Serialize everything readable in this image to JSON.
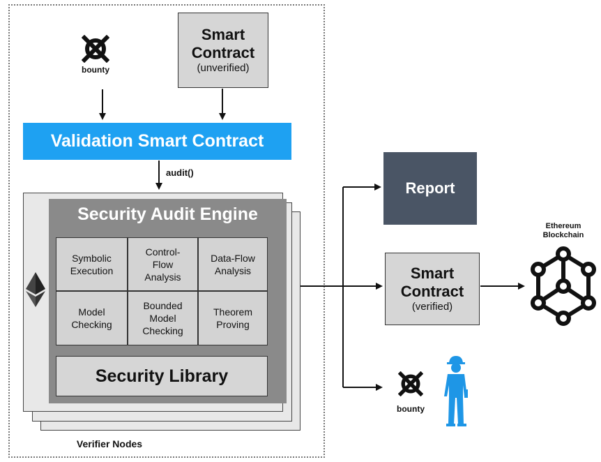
{
  "frame": {
    "footer": "Verifier Nodes"
  },
  "inputs": {
    "bounty_label": "bounty",
    "contract": {
      "title_line1": "Smart",
      "title_line2": "Contract",
      "subtitle": "(unverified)"
    }
  },
  "validation": {
    "label": "Validation Smart Contract"
  },
  "audit_call": "audit()",
  "engine": {
    "title": "Security Audit Engine",
    "cells": [
      [
        "Symbolic",
        "Execution"
      ],
      [
        "Control-",
        "Flow",
        "Analysis"
      ],
      [
        "Data-Flow",
        "Analysis"
      ],
      [
        "Model",
        "Checking"
      ],
      [
        "Bounded",
        "Model",
        "Checking"
      ],
      [
        "Theorem",
        "Proving"
      ]
    ],
    "library": "Security Library"
  },
  "outputs": {
    "report": "Report",
    "contract": {
      "title_line1": "Smart",
      "title_line2": "Contract",
      "subtitle": "(verified)"
    },
    "bounty_label": "bounty"
  },
  "blockchain": {
    "line1": "Ethereum",
    "line2": "Blockchain"
  },
  "colors": {
    "validation_blue": "#1ea1f2",
    "report_slate": "#4a5565",
    "engine_gray": "#8a8a8a",
    "person_blue": "#1e96e6"
  },
  "icons": [
    "bounty-q-icon",
    "ethereum-icon",
    "blockchain-network-icon",
    "worker-person-icon"
  ]
}
